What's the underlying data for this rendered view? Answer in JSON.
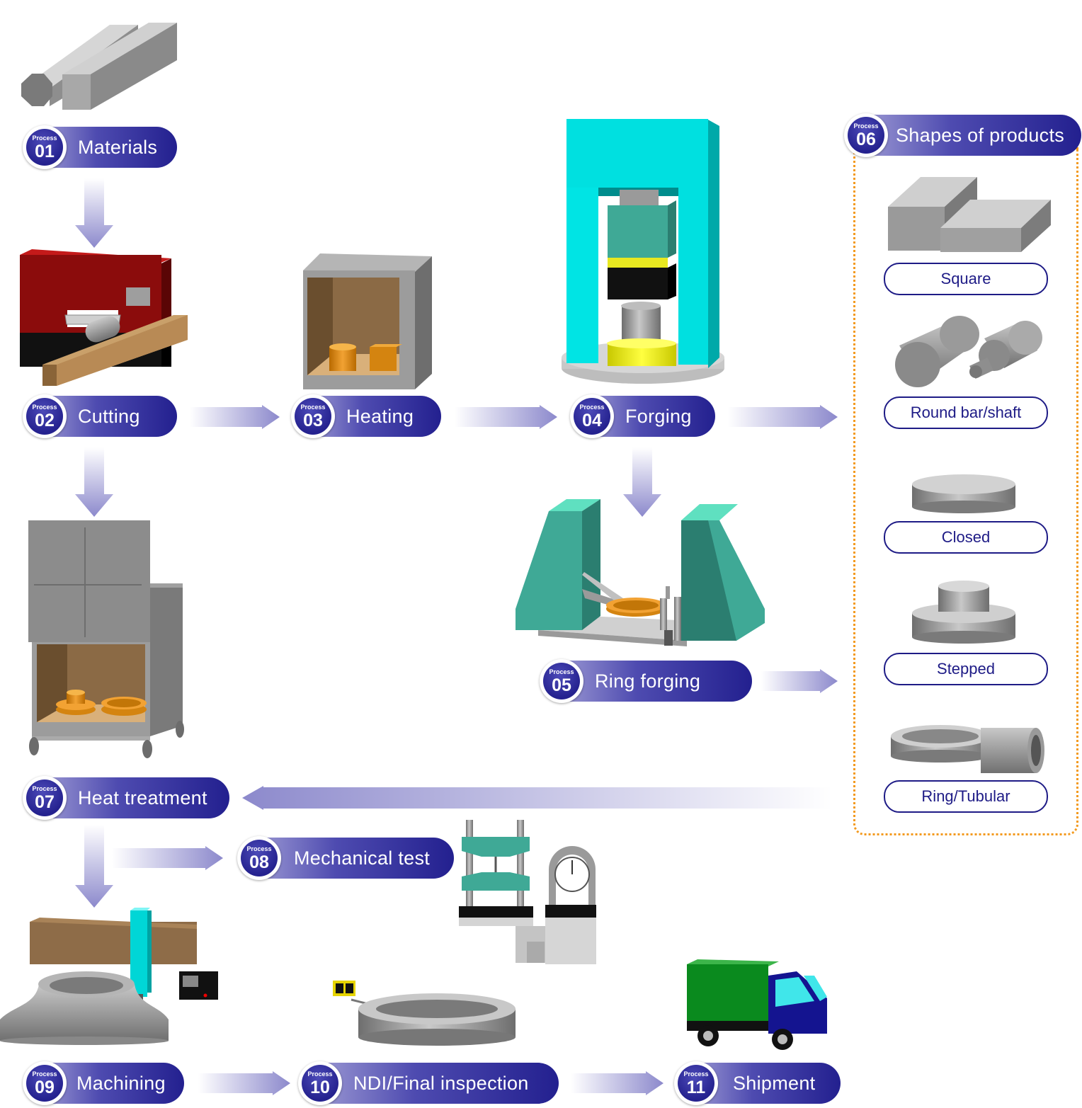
{
  "badge_word": "Process",
  "steps": {
    "s01": {
      "num": "01",
      "label": "Materials"
    },
    "s02": {
      "num": "02",
      "label": "Cutting"
    },
    "s03": {
      "num": "03",
      "label": "Heating"
    },
    "s04": {
      "num": "04",
      "label": "Forging"
    },
    "s05": {
      "num": "05",
      "label": "Ring forging"
    },
    "s06": {
      "num": "06",
      "label": "Shapes of products"
    },
    "s07": {
      "num": "07",
      "label": "Heat treatment"
    },
    "s08": {
      "num": "08",
      "label": "Mechanical test"
    },
    "s09": {
      "num": "09",
      "label": "Machining"
    },
    "s10": {
      "num": "10",
      "label": "NDI/Final inspection"
    },
    "s11": {
      "num": "11",
      "label": "Shipment"
    }
  },
  "shapes": {
    "square": "Square",
    "round": "Round bar/shaft",
    "closed": "Closed",
    "stepped": "Stepped",
    "ring": "Ring/Tubular"
  },
  "colors": {
    "pill_dark": "#23208f",
    "pill_light": "#9b98d3",
    "dotted_border": "#f39a1f",
    "forge_press": "#00e0e0",
    "ring_mill": "#3fa996",
    "cutter": "#8b0c0c",
    "workpiece": "#e08c10",
    "truck_cargo": "#0a8a1e",
    "truck_cab": "#141490"
  }
}
